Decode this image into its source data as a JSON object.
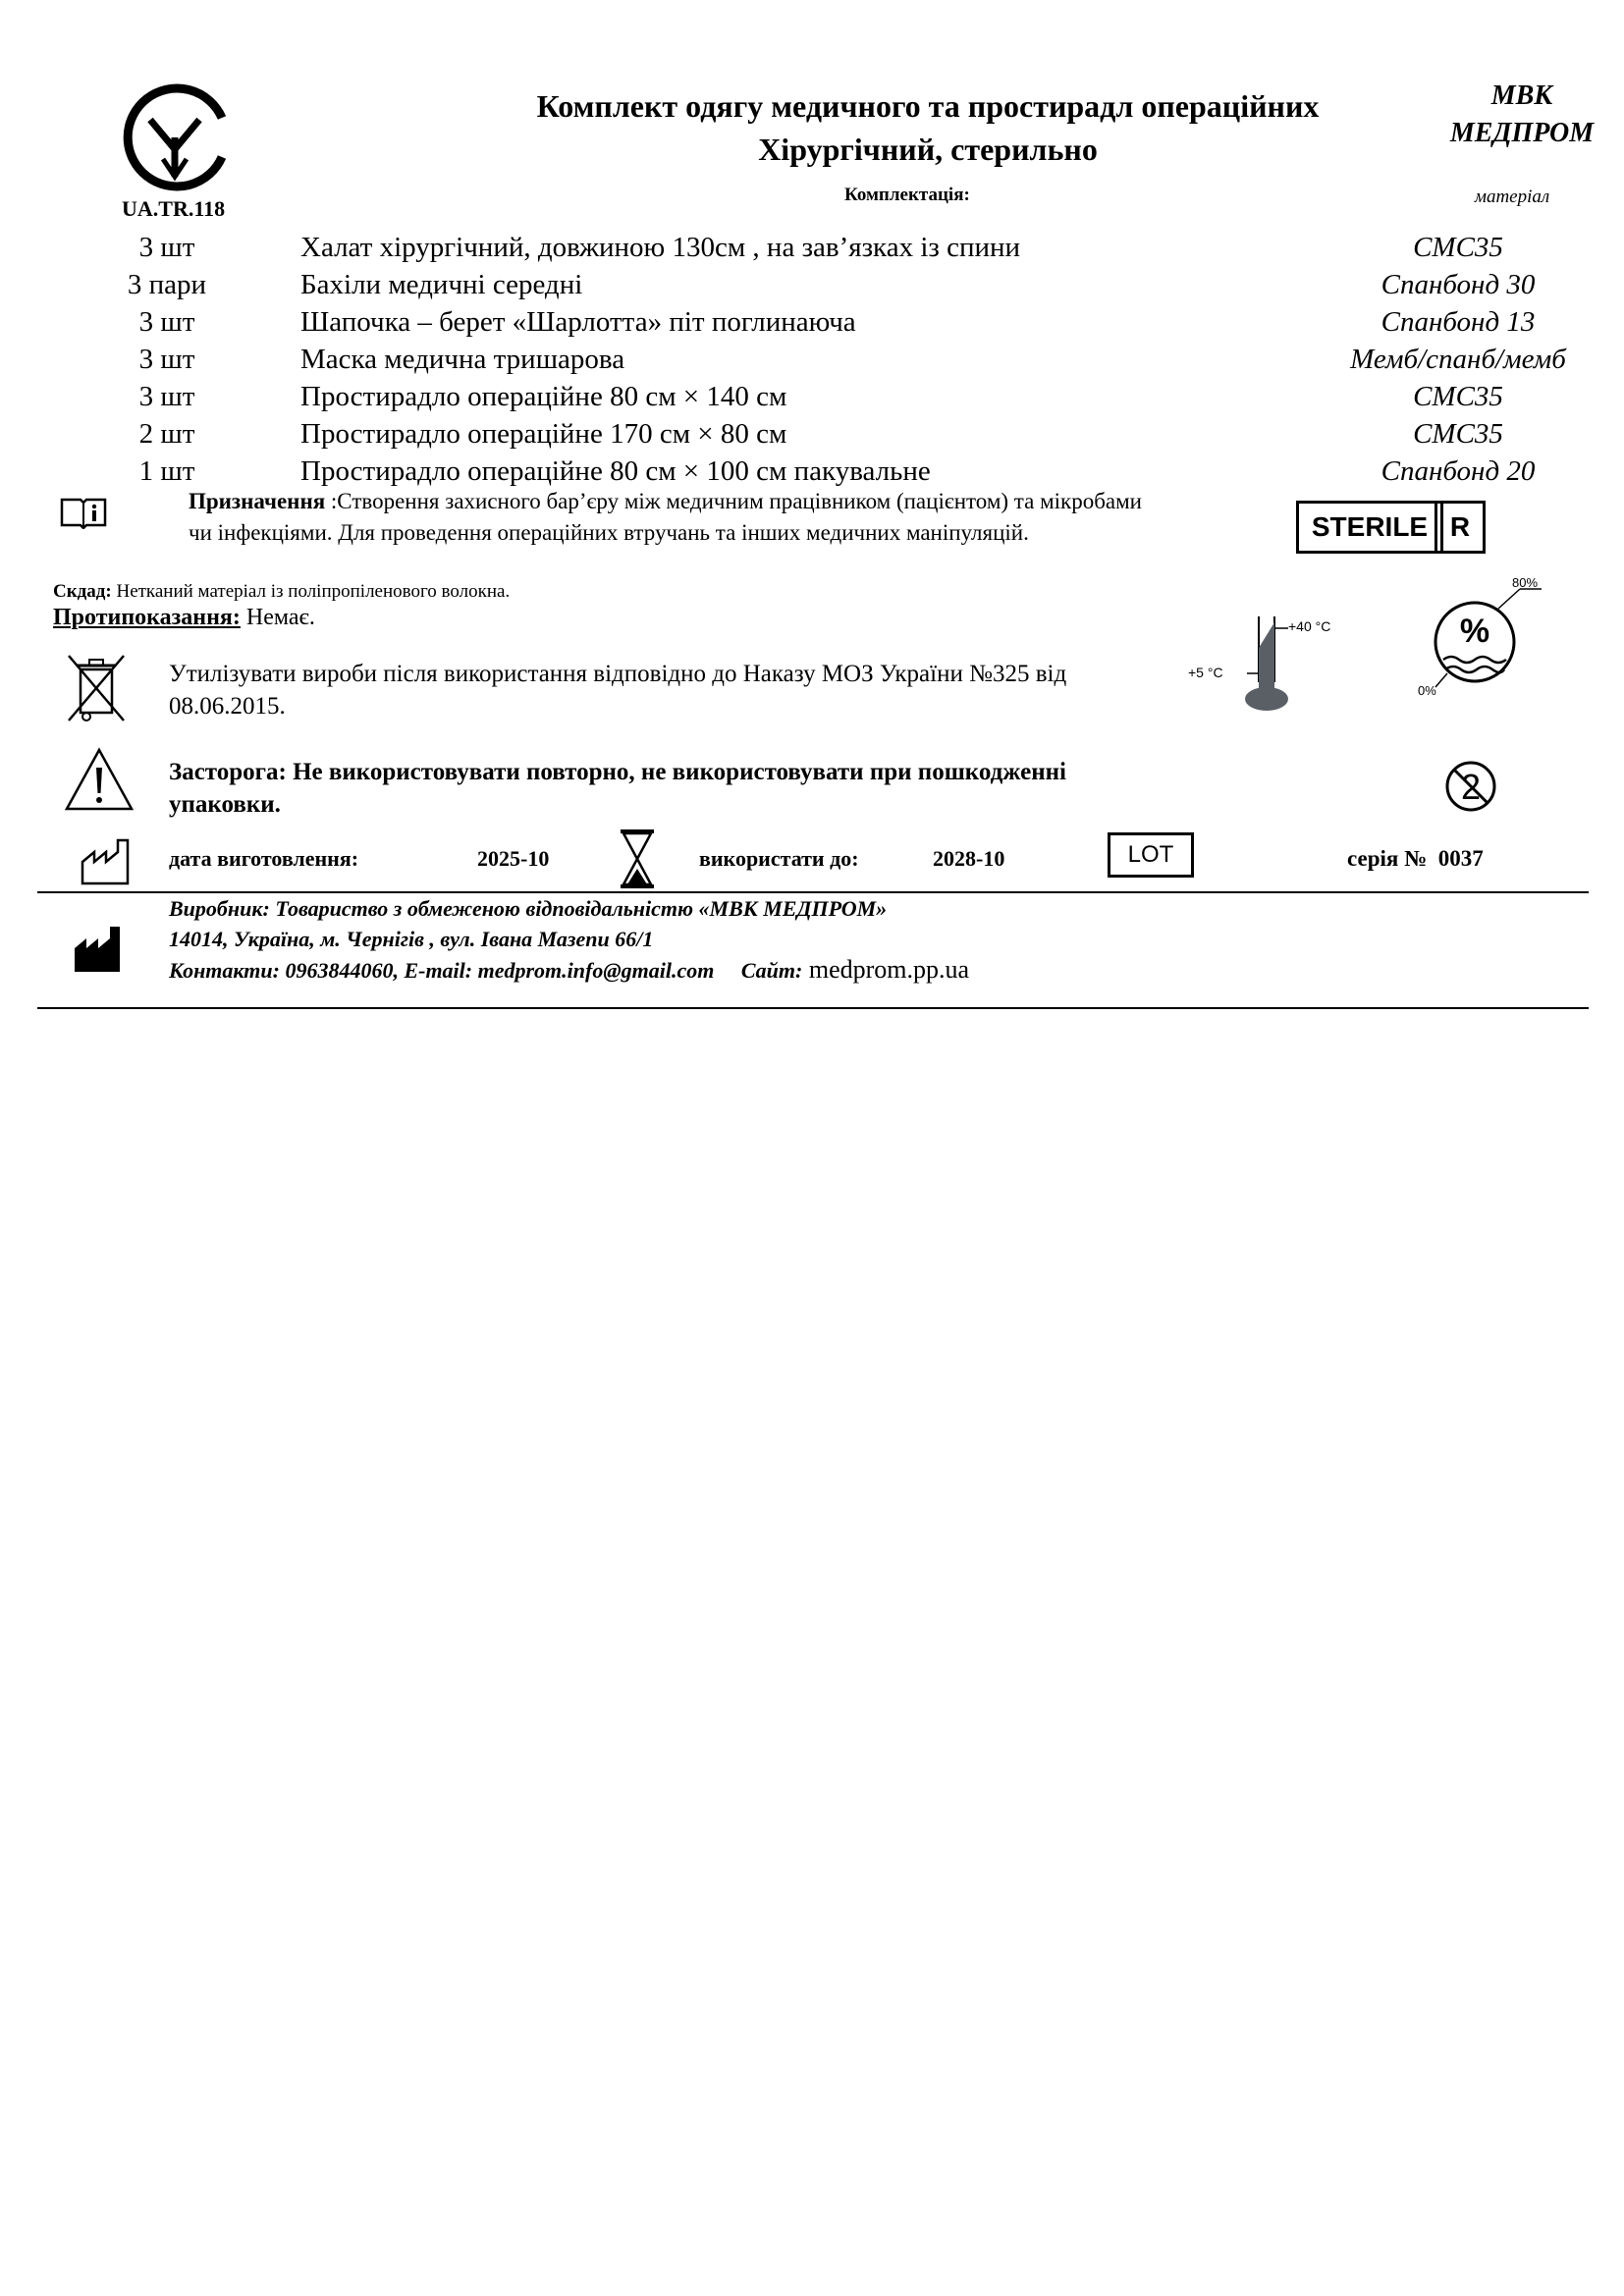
{
  "header": {
    "title_line1": "Комплект одягу медичного та простирадл операційних",
    "title_line2": "Хірургічний, стерильно",
    "brand_line1": "МВК",
    "brand_line2": "МЕДПРОМ",
    "cert_mark": "UA.TR.118",
    "section_label": "Комплектація:",
    "material_label": "матеріал"
  },
  "items": [
    {
      "qty": "3 шт",
      "name": "Халат хірургічний,  довжиною 130см , на зав’язках із спини",
      "material": "СМС35"
    },
    {
      "qty": "3 пари",
      "name": "Бахіли медичні середні",
      "material": "Спанбонд 30"
    },
    {
      "qty": "3 шт",
      "name": "Шапочка – берет «Шарлотта» піт поглинаюча",
      "material": "Спанбонд 13"
    },
    {
      "qty": "3 шт",
      "name": "Маска медична тришарова",
      "material": "Мемб/спанб/мемб"
    },
    {
      "qty": "3 шт",
      "name": "Простирадло операційне  80 см × 140 см",
      "material": "СМС35"
    },
    {
      "qty": "2 шт",
      "name": "Простирадло операційне 170 см × 80 см",
      "material": "СМС35"
    },
    {
      "qty": "1 шт",
      "name": "Простирадло операційне  80 см × 100 см  пакувальне",
      "material": "Спанбонд 20"
    }
  ],
  "purpose": {
    "label": "Призначення",
    "text": " :Створення захисного бар’єру між медичним працівником (пацієнтом) та мікробами чи інфекціями. Для проведення операційних втручань та інших медичних маніпуляцій."
  },
  "composition": {
    "label": "Скдад:",
    "text": " Нетканий матеріал із поліпропіленового волокна."
  },
  "contraindications": {
    "label": "Протипоказання:",
    "text": "  Немає."
  },
  "disposal": {
    "text": "Утилізувати вироби після використання відповідно до Наказу МОЗ України №325 від 08.06.2015."
  },
  "warning": {
    "label": "Засторога",
    "text": ":  Не використовувати повторно, не використовувати при пошкодженні упаковки."
  },
  "symbols": {
    "sterile_label": "STERILE",
    "sterile_method": "R",
    "temp_max": "+40 °C",
    "temp_min": "+5 °C",
    "humidity_max": "80%",
    "humidity_min": "0%",
    "humidity_symbol": "%",
    "single_use": "2",
    "lot_label": "LOT"
  },
  "dates": {
    "manufactured_label": "дата виготовлення:",
    "manufactured_value": "2025-10",
    "expiry_label": "використати до:",
    "expiry_value": "2028-10",
    "series_label": "серія №",
    "series_value": "0037"
  },
  "manufacturer": {
    "line1": "Виробник:  Товариство з обмеженою відповідальністю  «МВК МЕДПРОМ»",
    "line2": "14014,  Україна, м. Чернігів  ,  вул.  Івана Мазепи 66/1",
    "contacts": "Контакти:  0963844060, E-mail: medprom.info@gmail.com",
    "site_label": "Сайт:",
    "site_value": " medprom.pp.ua"
  },
  "colors": {
    "ink": "#000000",
    "thermometer_fill": "#5a5f66",
    "background": "#ffffff"
  }
}
